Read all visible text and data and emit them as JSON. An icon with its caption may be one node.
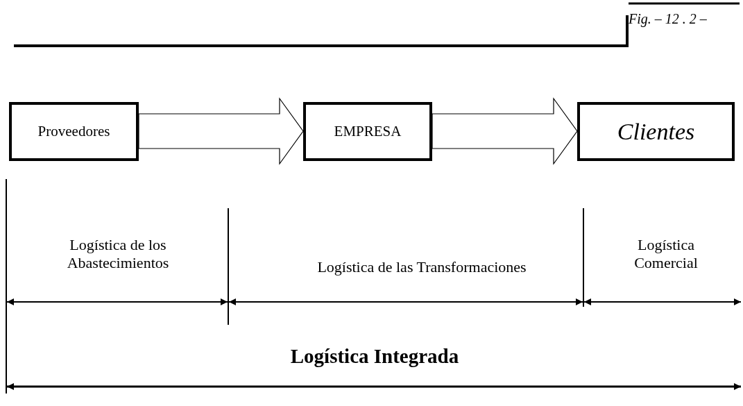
{
  "diagram": {
    "nodes": [
      {
        "text": [
          "Proveedores"
        ]
      },
      {
        "text": [
          "EMPRESA"
        ]
      },
      {
        "text": [
          "Clientes"
        ]
      }
    ],
    "edges": [
      {
        "from": 0,
        "to": 1,
        "arrow": "to"
      },
      {
        "from": 1,
        "to": 2,
        "arrow": "to"
      }
    ],
    "labels": [
      "Fig. – 12 . 2 –",
      "Logística de los Abastecimientos",
      "Logística de las Transformaciones",
      "Logística Comercial",
      "Logística Integrada"
    ]
  }
}
